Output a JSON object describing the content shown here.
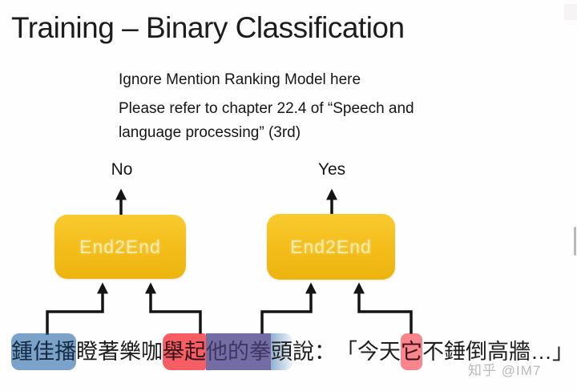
{
  "slide": {
    "title": "Training – Binary Classification",
    "notes": {
      "lines": [
        "Ignore Mention Ranking Model here",
        "Please refer to chapter 22.4 of “Speech and",
        "language processing” (3rd)"
      ]
    },
    "outputs": {
      "no_label": "No",
      "yes_label": "Yes"
    },
    "models": {
      "left_box_label": "End2End",
      "right_box_label": "End2End"
    },
    "sentence": {
      "full_text": "鍾佳播瞪著樂咖舉起他的拳頭說：「今天它不錘倒高牆…」",
      "segments": [
        {
          "text": "鍾佳播",
          "hl": "blue",
          "role": "mention-highlight"
        },
        {
          "text": "瞪著樂咖",
          "hl": "none",
          "role": "plain-text"
        },
        {
          "text": "舉起",
          "hl": "red-left",
          "role": "mention-highlight"
        },
        {
          "text": "他的拳",
          "hl": "purple",
          "role": "mention-highlight-overlap"
        },
        {
          "text": "頭",
          "hl": "bluefade",
          "role": "mention-highlight"
        },
        {
          "text": "說：「今天",
          "hl": "none",
          "role": "plain-text"
        },
        {
          "text": "它",
          "hl": "red",
          "role": "mention-highlight"
        },
        {
          "text": "不錘倒高牆…」",
          "hl": "none",
          "role": "plain-text"
        }
      ]
    },
    "watermark": "知乎 @IM7",
    "colors": {
      "box_yellow_top": "#f9ca2f",
      "box_yellow_bottom": "#edb40e",
      "box_text": "#f9ecae",
      "highlight_blue": "#7ba2c9",
      "highlight_red": "#f55f62",
      "highlight_red_light": "#f8868c",
      "highlight_purple": "#6f6b9e",
      "arrow_black": "#141414"
    }
  }
}
